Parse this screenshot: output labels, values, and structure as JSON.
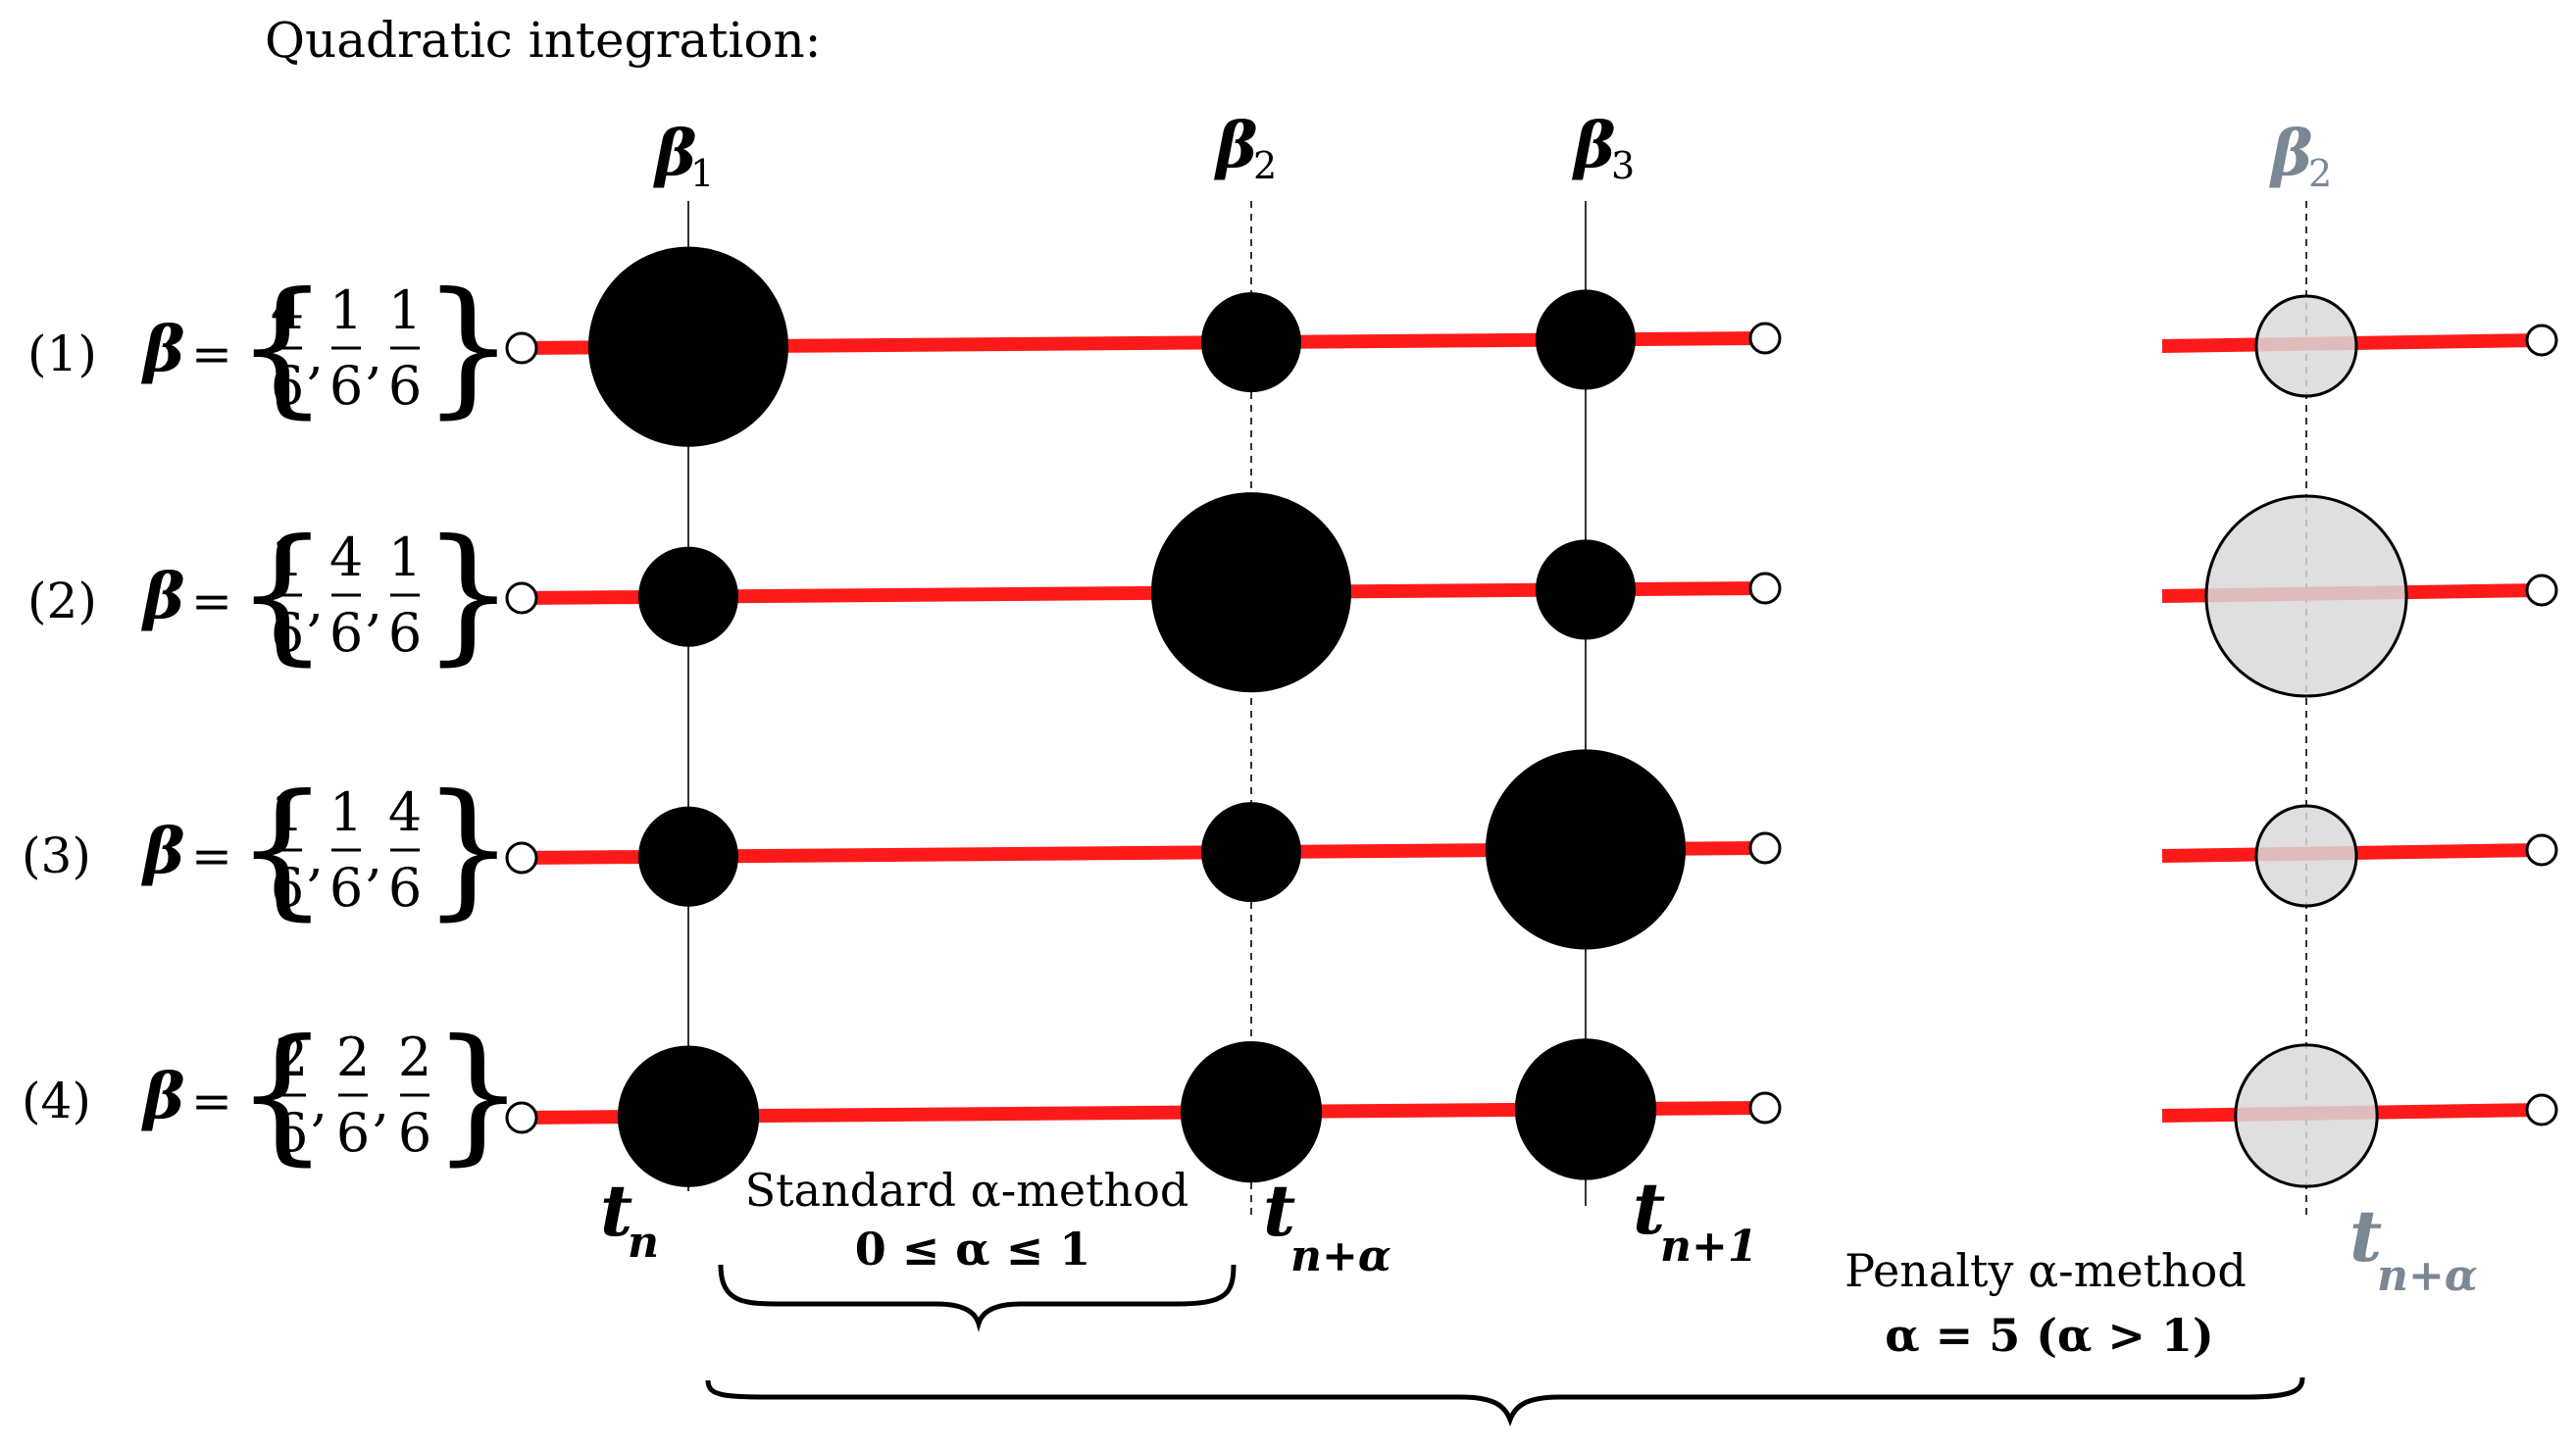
{
  "title": "Quadratic integration:",
  "columns": {
    "beta1": {
      "sym": "β",
      "sub": "1"
    },
    "beta2": {
      "sym": "β",
      "sub": "2"
    },
    "beta3": {
      "sym": "β",
      "sub": "3"
    },
    "beta2_penalty": {
      "sym": "β",
      "sub": "2"
    }
  },
  "rows": [
    {
      "label": "(1)",
      "beta_sym": "β",
      "eq": "=",
      "weights": [
        {
          "num": "4",
          "den": "6"
        },
        {
          "num": "1",
          "den": "6"
        },
        {
          "num": "1",
          "den": "6"
        }
      ],
      "penalty_weight": {
        "num": "1",
        "den": "6"
      }
    },
    {
      "label": "(2)",
      "beta_sym": "β",
      "eq": "=",
      "weights": [
        {
          "num": "1",
          "den": "6"
        },
        {
          "num": "4",
          "den": "6"
        },
        {
          "num": "1",
          "den": "6"
        }
      ],
      "penalty_weight": {
        "num": "4",
        "den": "6"
      }
    },
    {
      "label": "(3)",
      "beta_sym": "β",
      "eq": "=",
      "weights": [
        {
          "num": "1",
          "den": "6"
        },
        {
          "num": "1",
          "den": "6"
        },
        {
          "num": "4",
          "den": "6"
        }
      ],
      "penalty_weight": {
        "num": "1",
        "den": "6"
      }
    },
    {
      "label": "(4)",
      "beta_sym": "β",
      "eq": "=",
      "weights": [
        {
          "num": "2",
          "den": "6"
        },
        {
          "num": "2",
          "den": "6"
        },
        {
          "num": "2",
          "den": "6"
        }
      ],
      "penalty_weight": {
        "num": "2",
        "den": "6"
      }
    }
  ],
  "time_labels": {
    "tn": {
      "sym": "t",
      "sub": "n"
    },
    "tna": {
      "sym": "t",
      "sub": "n+α"
    },
    "tn1": {
      "sym": "t",
      "sub": "n+1"
    },
    "tna_penalty": {
      "sym": "t",
      "sub": "n+α"
    }
  },
  "standard_method": {
    "line1": "Standard α-method",
    "line2": "0 ≤ α ≤ 1"
  },
  "penalty_method": {
    "line1": "Penalty α-method",
    "line2": "α = 5 (α > 1)"
  },
  "colors": {
    "line": "#ff1a1a",
    "node": "#000000",
    "node_penalty_fill": "#d9d9d9",
    "guide": "#333333",
    "penalty_text": "#7a8794"
  }
}
